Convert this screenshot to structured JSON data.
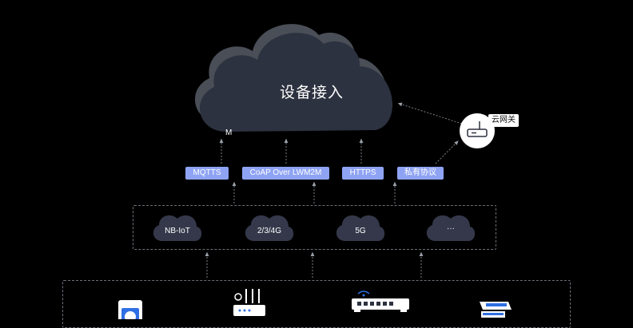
{
  "cloud": {
    "title": "设备接入",
    "marker": "M"
  },
  "protocols": [
    {
      "label": "MQTTS"
    },
    {
      "label": "CoAP Over LWM2M"
    },
    {
      "label": "HTTPS"
    },
    {
      "label": "私有协议"
    }
  ],
  "gateway": {
    "label": "云网关"
  },
  "networks": [
    {
      "label": "NB-IoT"
    },
    {
      "label": "2/3/4G"
    },
    {
      "label": "5G"
    },
    {
      "label": "···"
    }
  ],
  "devices": [
    {
      "icon": "meter-icon"
    },
    {
      "icon": "router-icon"
    },
    {
      "icon": "switch-icon"
    },
    {
      "icon": "sensor-icon"
    }
  ],
  "colors": {
    "background": "#000000",
    "cloud_fill": "#2d3240",
    "cloud_shadow": "#4a4e57",
    "protocol_badge": "#8ea3f3",
    "dashed_border": "#6b6f78",
    "arrow": "#7a7f88"
  }
}
